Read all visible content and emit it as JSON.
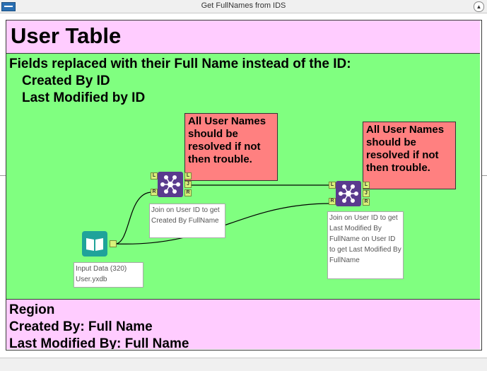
{
  "window": {
    "title": "Get FullNames from IDS"
  },
  "container": {
    "header": "User Table",
    "description_title": "Fields replaced with their Full Name instead of the ID:",
    "fields": [
      "Created By ID",
      "Last Modified by ID"
    ],
    "footer_lines": [
      "Region",
      "Created By: Full Name",
      "Last Modified By: Full Name"
    ]
  },
  "comments": [
    "All User Names should be resolved if not then trouble.",
    "All User Names should be resolved if not then trouble."
  ],
  "tools": {
    "join1": {
      "label": "Join on User ID to get Created By FullName",
      "anchors": [
        "L",
        "R",
        "L",
        "J",
        "R"
      ]
    },
    "join2": {
      "label": "Join on User ID to get Last Modified By FullName on User ID to get Last Modified By FullName",
      "anchors": [
        "L",
        "R",
        "L",
        "J",
        "R"
      ]
    },
    "input": {
      "label_line1": "Input Data (320)",
      "label_line2": "User.yxdb"
    }
  },
  "colors": {
    "header_bg": "#ffccff",
    "container_bg": "#80ff80",
    "comment_bg": "#ff8080",
    "join_tool": "#5a3a8e",
    "input_tool": "#1fa39a"
  }
}
